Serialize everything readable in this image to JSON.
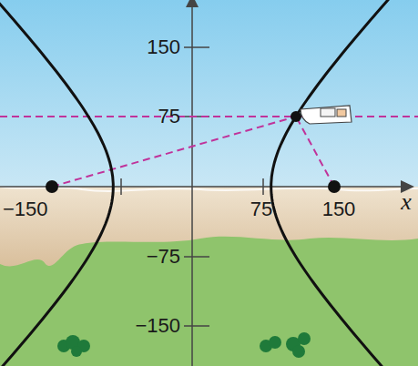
{
  "diagram": {
    "labels": [
      "150",
      "75",
      "−150",
      "75",
      "150",
      "−75",
      "−150",
      "x"
    ]
  }
}
